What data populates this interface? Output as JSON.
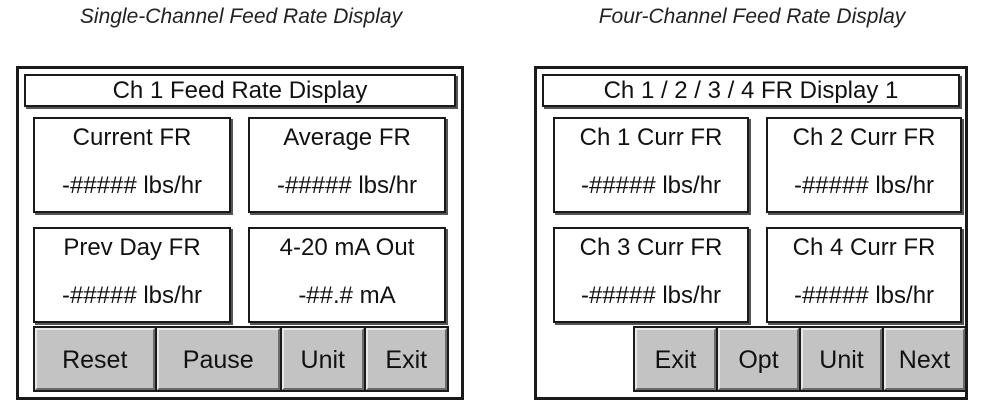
{
  "single": {
    "caption": "Single-Channel Feed Rate Display",
    "title": "Ch 1 Feed Rate Display",
    "cells": [
      {
        "label": "Current FR",
        "value": "-##### lbs/hr"
      },
      {
        "label": "Average FR",
        "value": "-##### lbs/hr"
      },
      {
        "label": "Prev Day FR",
        "value": "-##### lbs/hr"
      },
      {
        "label": "4-20 mA Out",
        "value": "-##.# mA"
      }
    ],
    "buttons": [
      "Reset",
      "Pause",
      "Unit",
      "Exit"
    ]
  },
  "four": {
    "caption": "Four-Channel Feed Rate Display",
    "title": "Ch 1 / 2 / 3 / 4 FR Display 1",
    "cells": [
      {
        "label": "Ch 1 Curr FR",
        "value": "-##### lbs/hr"
      },
      {
        "label": "Ch 2 Curr FR",
        "value": "-##### lbs/hr"
      },
      {
        "label": "Ch 3 Curr FR",
        "value": "-##### lbs/hr"
      },
      {
        "label": "Ch 4 Curr FR",
        "value": "-##### lbs/hr"
      }
    ],
    "buttons": [
      "Exit",
      "Opt",
      "Unit",
      "Next"
    ]
  },
  "colors": {
    "border": "#1a1a1a",
    "button_face": "#c3c3c3",
    "background": "#ffffff"
  }
}
